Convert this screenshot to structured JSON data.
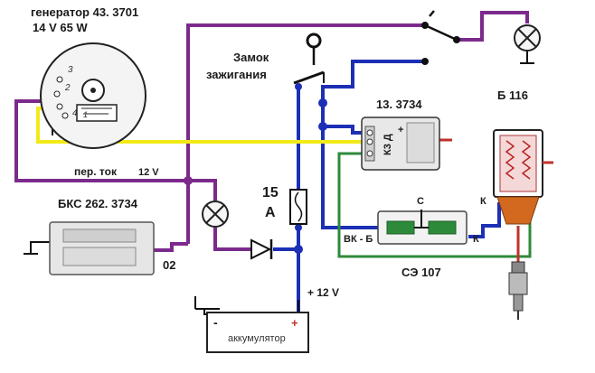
{
  "labels": {
    "generator_title": "генератор 43. 3701",
    "generator_specs": "14 V   65  W",
    "ignition_line1": "Замок",
    "ignition_line2": "зажигания",
    "regulator": "13. 3734",
    "coil": "Б 116",
    "current_label": "пер. ток",
    "current_voltage": "12 V",
    "relay": "БКС 262. 3734",
    "fuse_current": "15",
    "fuse_unit": "А",
    "relay_pin": "02",
    "battery_voltage": "+ 12 V",
    "battery": "аккумулятор",
    "battery_minus": "-",
    "battery_plus": "+",
    "resistor": "СЭ 107",
    "resistor_left_pin": "ВК - Б",
    "resistor_right_pin": "К",
    "resistor_center": "С",
    "coil_pin": "К",
    "regulator_vertical": "К3 Д",
    "regulator_plus": "+",
    "gen_pin_3": "3",
    "gen_pin_2": "2",
    "gen_pin_4": "4",
    "gen_pin_1": "1"
  },
  "colors": {
    "purple": "#7b2a8c",
    "blue": "#1c2fb5",
    "yellow": "#f2ea18",
    "green": "#2d8a3a",
    "red": "#c0312b",
    "black": "#111111"
  },
  "icons": {
    "lamp": "lamp-icon",
    "diode": "diode-icon",
    "fuse": "fuse-icon",
    "switch": "switch-icon",
    "ground": "ground-icon",
    "spark_plug": "spark-plug-icon"
  }
}
